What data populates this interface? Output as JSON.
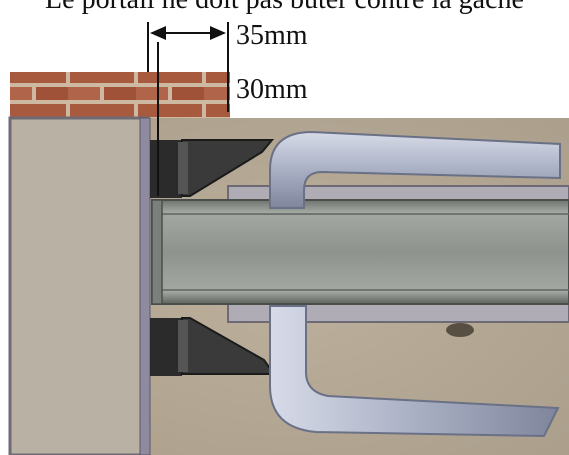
{
  "caption": "Le portail ne doit pas buter contre la gâche",
  "dimensions": {
    "gap_label": "35mm",
    "offset_label": "30mm"
  },
  "colors": {
    "concrete": "#b7ab98",
    "wall_panel": "#b9b1a3",
    "brick": "#a85a3f",
    "mortar": "#cdb8a2",
    "bracket": "#2b2b2b",
    "beam": "#8e938e",
    "handle": "#aab0c4",
    "dimension_line": "#111111"
  }
}
